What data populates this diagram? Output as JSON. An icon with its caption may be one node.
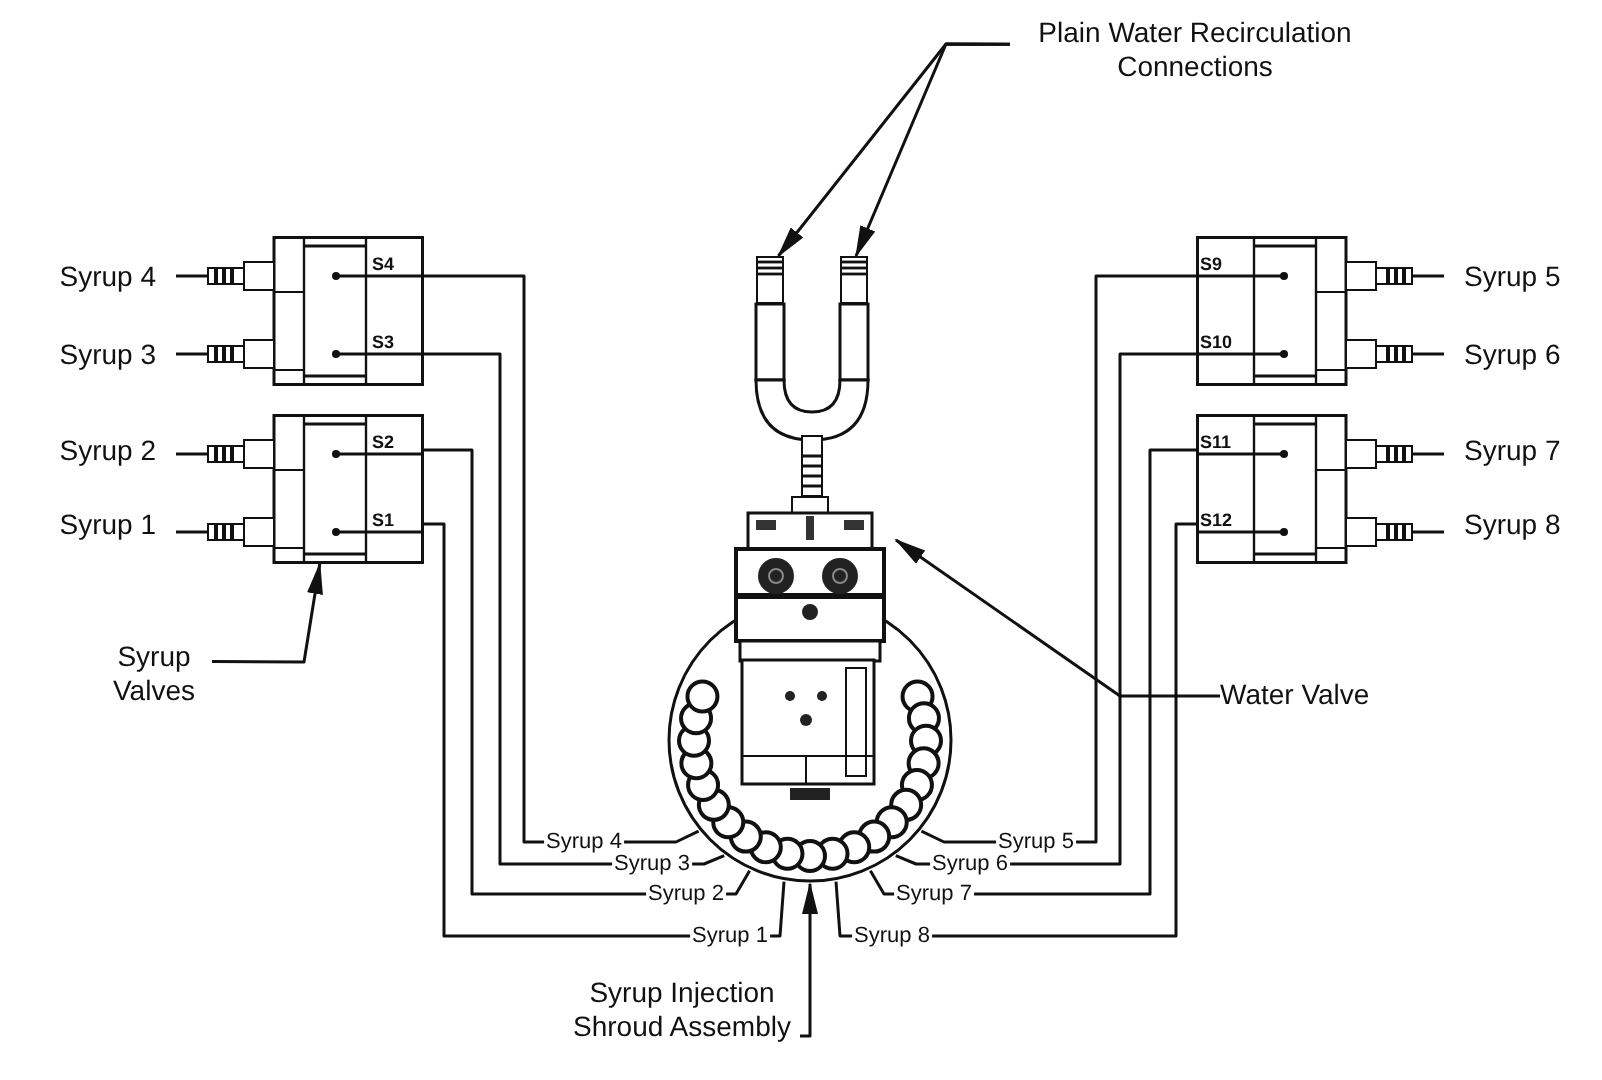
{
  "diagram": {
    "nodes": [
      {
        "text": [
          "Plain Water Recirculation Connections"
        ]
      },
      {
        "text": [],
        "shape": "box"
      },
      {
        "text": [],
        "shape": "box"
      },
      {
        "text": [
          "S4",
          "S3"
        ]
      },
      {
        "text": [
          "S2",
          "S1"
        ]
      },
      {
        "text": [
          "S9",
          "S10"
        ]
      },
      {
        "text": [
          "S11",
          "S12"
        ]
      },
      {
        "text": [
          "Syrup Valves"
        ]
      },
      {
        "text": [
          "Water Valve"
        ]
      },
      {
        "text": [],
        "shape": "picture"
      },
      {
        "text": [],
        "shape": "picture"
      },
      {
        "text": [
          "Syrup Injection Shroud Assembly"
        ]
      }
    ],
    "edges": [
      {
        "from": 0,
        "to": 1,
        "arrow": "to"
      },
      {
        "from": 0,
        "to": 2,
        "arrow": "to"
      },
      {
        "from": 7,
        "to": 4,
        "arrow": "to"
      },
      {
        "from": 8,
        "to": 9,
        "arrow": "to"
      },
      {
        "from": 11,
        "to": 10,
        "arrow": "to"
      },
      {
        "from": 3,
        "to": 10,
        "arrow": "none",
        "label": "Syrup 4"
      },
      {
        "from": 3,
        "to": 10,
        "arrow": "none",
        "label": "Syrup 3"
      },
      {
        "from": 4,
        "to": 10,
        "arrow": "none",
        "label": "Syrup 2"
      },
      {
        "from": 4,
        "to": 10,
        "arrow": "none",
        "label": "Syrup 1"
      },
      {
        "from": 5,
        "to": 10,
        "arrow": "none",
        "label": "Syrup 5"
      },
      {
        "from": 5,
        "to": 10,
        "arrow": "none",
        "label": "Syrup 6"
      },
      {
        "from": 6,
        "to": 10,
        "arrow": "none",
        "label": "Syrup 7"
      },
      {
        "from": 6,
        "to": 10,
        "arrow": "none",
        "label": "Syrup 8"
      }
    ],
    "labels": [
      "Syrup 4",
      "Syrup 5",
      "Syrup 3",
      "Syrup 6",
      "Syrup 2",
      "Syrup 7",
      "Syrup 1",
      "Syrup 8"
    ]
  }
}
